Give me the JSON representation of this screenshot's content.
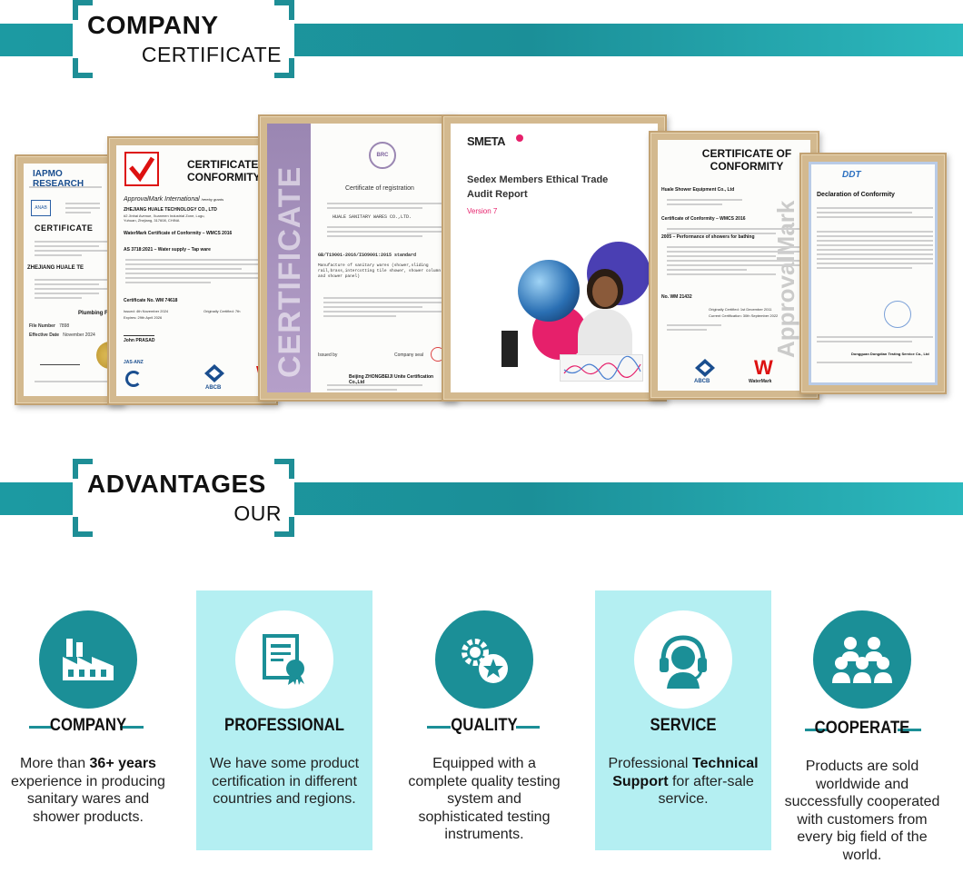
{
  "sections": {
    "certificate": {
      "title_main": "COMPANY",
      "title_sub": "CERTIFICATE"
    },
    "advantages": {
      "title_main": "ADVANTAGES",
      "title_sub": "OUR"
    }
  },
  "certificates": {
    "iapmo": {
      "brand": "IAPMO RESEARCH",
      "heading": "CERTIFICATE",
      "company": "ZHEJIANG HUALE TE",
      "scope": "Plumbing F",
      "file_label": "File Number",
      "file_value": "7898",
      "effective_label": "Effective Date",
      "effective_value": "November 2024",
      "marks": [
        "ANAB"
      ]
    },
    "watermark_tap": {
      "heading": "CERTIFICATE OF CONFORMITY",
      "issuer": "ApprovalMark International",
      "issuer_suffix": "hereby grants",
      "company": "ZHEJIANG HUALE TECHNOLOGY CO., LTD",
      "address": "#2 Jinhai Avenue, Xuanmen Industrial Zone, Lugu, Yuhuan, Zhejiang, 317608, CHINA",
      "cert_line": "WaterMark Certificate of Conformity – WMCS 2016",
      "standard": "AS 3718:2021 – Water supply – Tap ware",
      "cert_no": "Certificate No. WM 74618",
      "issued": "Issued: 4th November 2024",
      "expires": "Expires: 29th April 2026",
      "orig_cert": "Originally Certified: 7th",
      "signer": "John PRASAD",
      "logos": [
        "JAS-ANZ",
        "ABCB"
      ]
    },
    "iso": {
      "side_text": "CERTIFICATE",
      "logo": "BRC",
      "heading": "Certificate of registration",
      "company": "HUALE SANITARY WARES CO.,LTD.",
      "standard": "GB/T19001-2016/ISO9001:2015 standard",
      "scope": "Manufacture of sanitary wares (shower,sliding rail,brass,intercotting tile shower, shower column and shower panel)",
      "certifier": "Beijing ZHONGBEIJI Unite Certification Co.,Ltd",
      "sign_label": "Issued by",
      "seal_label": "Company seal"
    },
    "smeta": {
      "logo": "SMETA",
      "title": "Sedex Members Ethical Trade Audit Report",
      "version": "Version 7"
    },
    "watermark_shower": {
      "heading": "CERTIFICATE OF CONFORMITY",
      "company": "Huale Shower Equipment Co., Ltd",
      "cert_line": "Certificate of Conformity – WMCS 2016",
      "standard": "2005 – Performance of showers for bathing",
      "cert_no": "No. WM 21432",
      "orig_cert": "Originally Certified: 1st December 2011",
      "current": "Current Certification: 30th September 2022",
      "side_text": "ApprovalMark",
      "logos": [
        "ABCB",
        "WaterMark"
      ]
    },
    "doc": {
      "logo": "DDT",
      "heading": "Declaration of Conformity",
      "tester": "Dongguan Dongdian Testing Service Co., Ltd"
    }
  },
  "advantages": [
    {
      "label": "COMPANY",
      "icon": "factory-icon",
      "text_before": "More than ",
      "text_bold": "36+ years",
      "text_after": " experience in producing sanitary wares and shower products."
    },
    {
      "label": "PROFESSIONAL",
      "icon": "certificate-icon",
      "text_before": "We have some product certification in different countries and regions.",
      "text_bold": "",
      "text_after": ""
    },
    {
      "label": "QUALITY",
      "icon": "gear-star-icon",
      "text_before": "Equipped with a complete quality testing system and sophisticated testing instruments.",
      "text_bold": "",
      "text_after": ""
    },
    {
      "label": "SERVICE",
      "icon": "headset-icon",
      "text_before": "Professional ",
      "text_bold": "Technical Support",
      "text_after": " for after-sale service."
    },
    {
      "label": "COOPERATE",
      "icon": "team-icon",
      "text_before": "Products are sold worldwide and successfully cooperated with customers from every big field of the world.",
      "text_bold": "",
      "text_after": ""
    }
  ],
  "colors": {
    "teal": "#1b8f97",
    "highlight": "#b4eff2",
    "frame": "#d3b98f"
  }
}
